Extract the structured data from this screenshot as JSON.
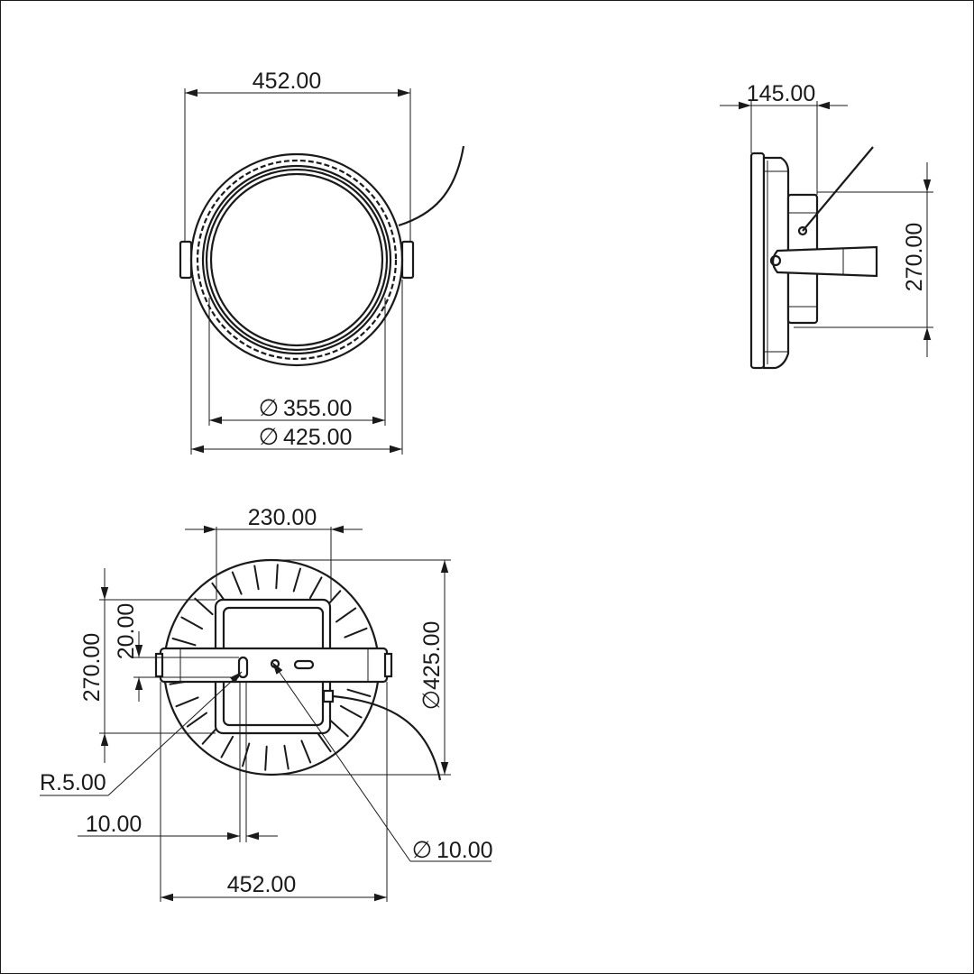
{
  "drawing": {
    "front_view": {
      "width_label": "452.00",
      "inner_diameter_label": "355.00",
      "outer_diameter_label": "425.00"
    },
    "side_view": {
      "depth_label": "145.00",
      "bracket_height_label": "270.00"
    },
    "back_view": {
      "bracket_width_label": "230.00",
      "bracket_height_label": "270.00",
      "slot_offset_label": "20.00",
      "diameter_label": "425.00",
      "slot_radius_label": "R.5.00",
      "slot_width_label": "10.00",
      "hole_diameter_label": "10.00",
      "width_label": "452.00"
    },
    "diameter_symbol": "∅"
  }
}
